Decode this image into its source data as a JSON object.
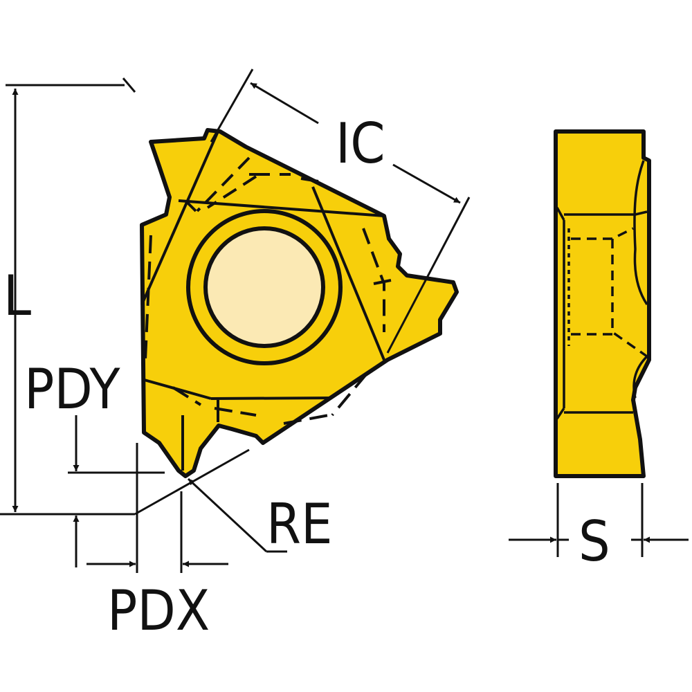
{
  "diagram": {
    "subject": "threading insert",
    "colors": {
      "insert_fill": "#F7CF0B",
      "hole_fill": "#FBE9B4",
      "outline": "#111111",
      "background": "#ffffff"
    },
    "labels": {
      "ic": "IC",
      "l": "L",
      "pdy": "PDY",
      "pdx": "PDX",
      "re": "RE",
      "s": "S"
    },
    "views": [
      "top-view",
      "side-view"
    ]
  }
}
